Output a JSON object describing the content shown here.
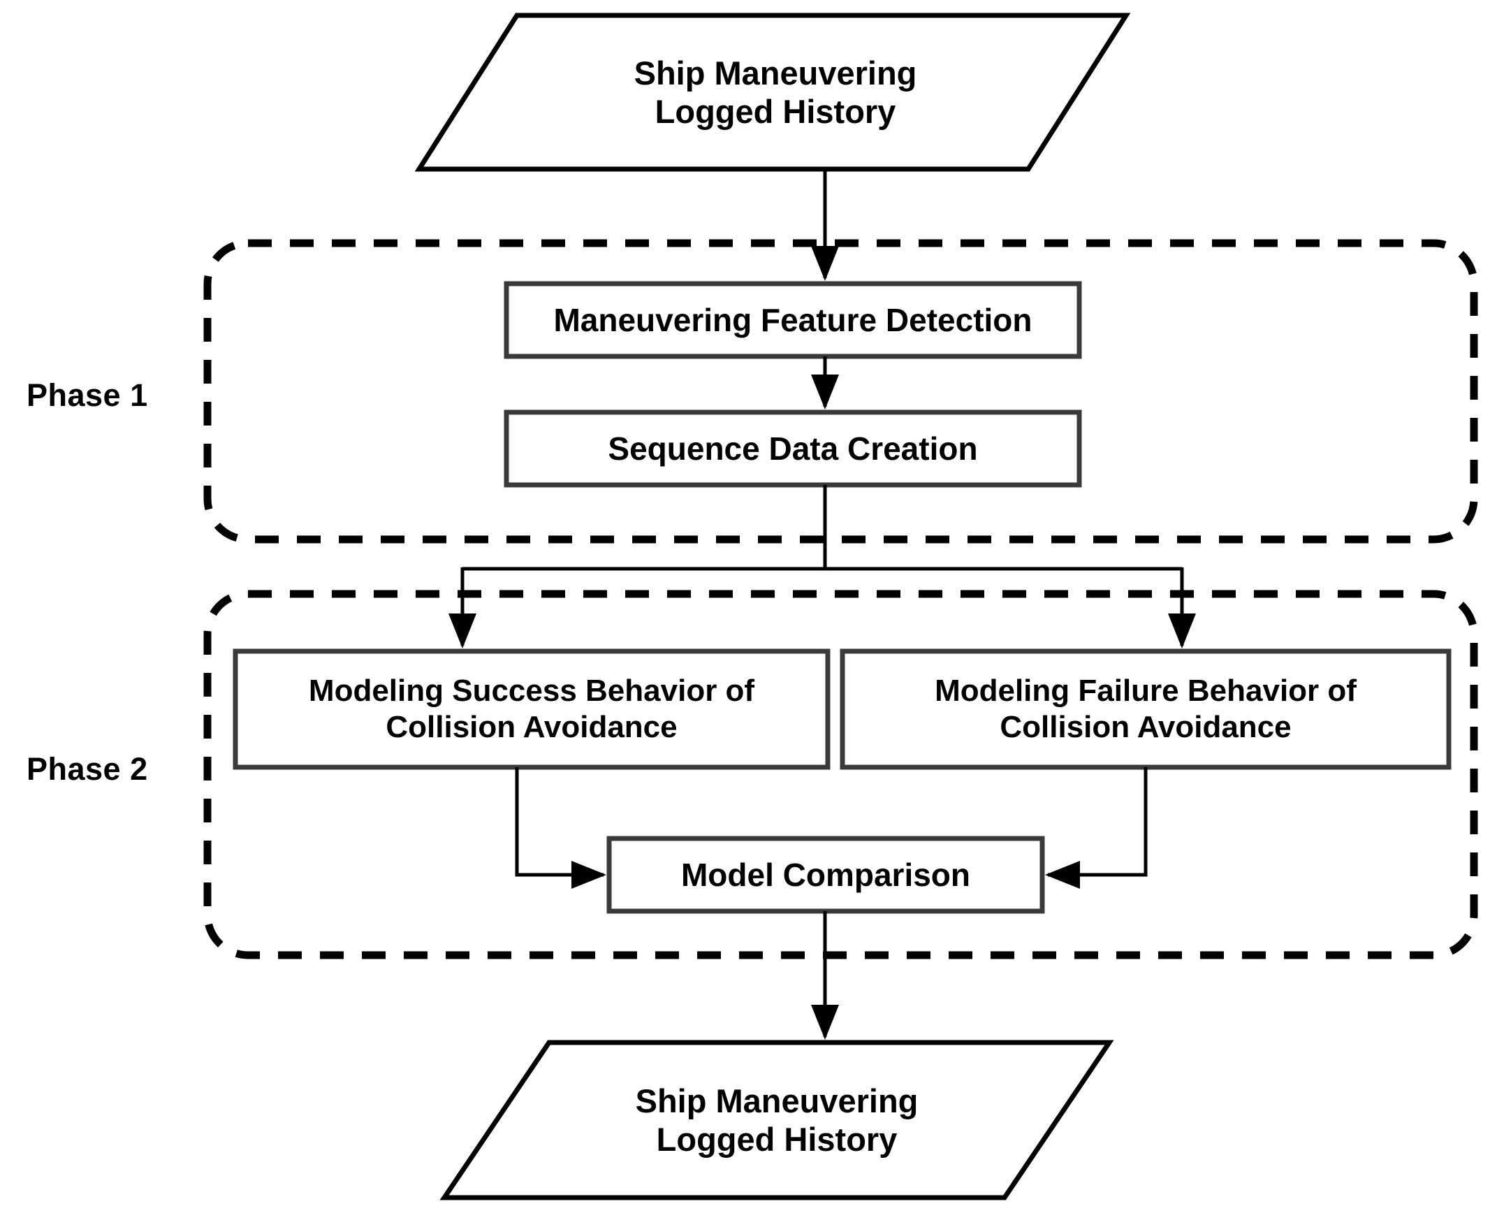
{
  "diagram": {
    "title": "Two-phase ship maneuvering modeling flowchart",
    "colors": {
      "stroke": "#000000",
      "box_border": "#3a3a3a",
      "background": "#ffffff",
      "text": "#000000"
    },
    "phases": [
      {
        "id": "phase-1",
        "label": "Phase 1"
      },
      {
        "id": "phase-2",
        "label": "Phase 2"
      }
    ],
    "nodes": [
      {
        "id": "input-data",
        "shape": "parallelogram",
        "label": "Ship Maneuvering\nLogged History"
      },
      {
        "id": "maneuvering-feature-detection",
        "shape": "process",
        "label": "Maneuvering Feature Detection"
      },
      {
        "id": "sequence-data-creation",
        "shape": "process",
        "label": "Sequence Data Creation"
      },
      {
        "id": "modeling-success-behavior",
        "shape": "process",
        "label": "Modeling Success Behavior of\nCollision Avoidance"
      },
      {
        "id": "modeling-failure-behavior",
        "shape": "process",
        "label": "Modeling Failure Behavior of\nCollision Avoidance"
      },
      {
        "id": "model-comparison",
        "shape": "process",
        "label": "Model Comparison"
      },
      {
        "id": "output-data",
        "shape": "parallelogram",
        "label": "Ship Maneuvering\nLogged History"
      }
    ],
    "edges": [
      {
        "from": "input-data",
        "to": "maneuvering-feature-detection",
        "arrow": "down"
      },
      {
        "from": "maneuvering-feature-detection",
        "to": "sequence-data-creation",
        "arrow": "down"
      },
      {
        "from": "sequence-data-creation",
        "to": "modeling-success-behavior",
        "arrow": "down"
      },
      {
        "from": "sequence-data-creation",
        "to": "modeling-failure-behavior",
        "arrow": "down"
      },
      {
        "from": "modeling-success-behavior",
        "to": "model-comparison",
        "arrow": "right"
      },
      {
        "from": "modeling-failure-behavior",
        "to": "model-comparison",
        "arrow": "left"
      },
      {
        "from": "model-comparison",
        "to": "output-data",
        "arrow": "down"
      }
    ]
  }
}
